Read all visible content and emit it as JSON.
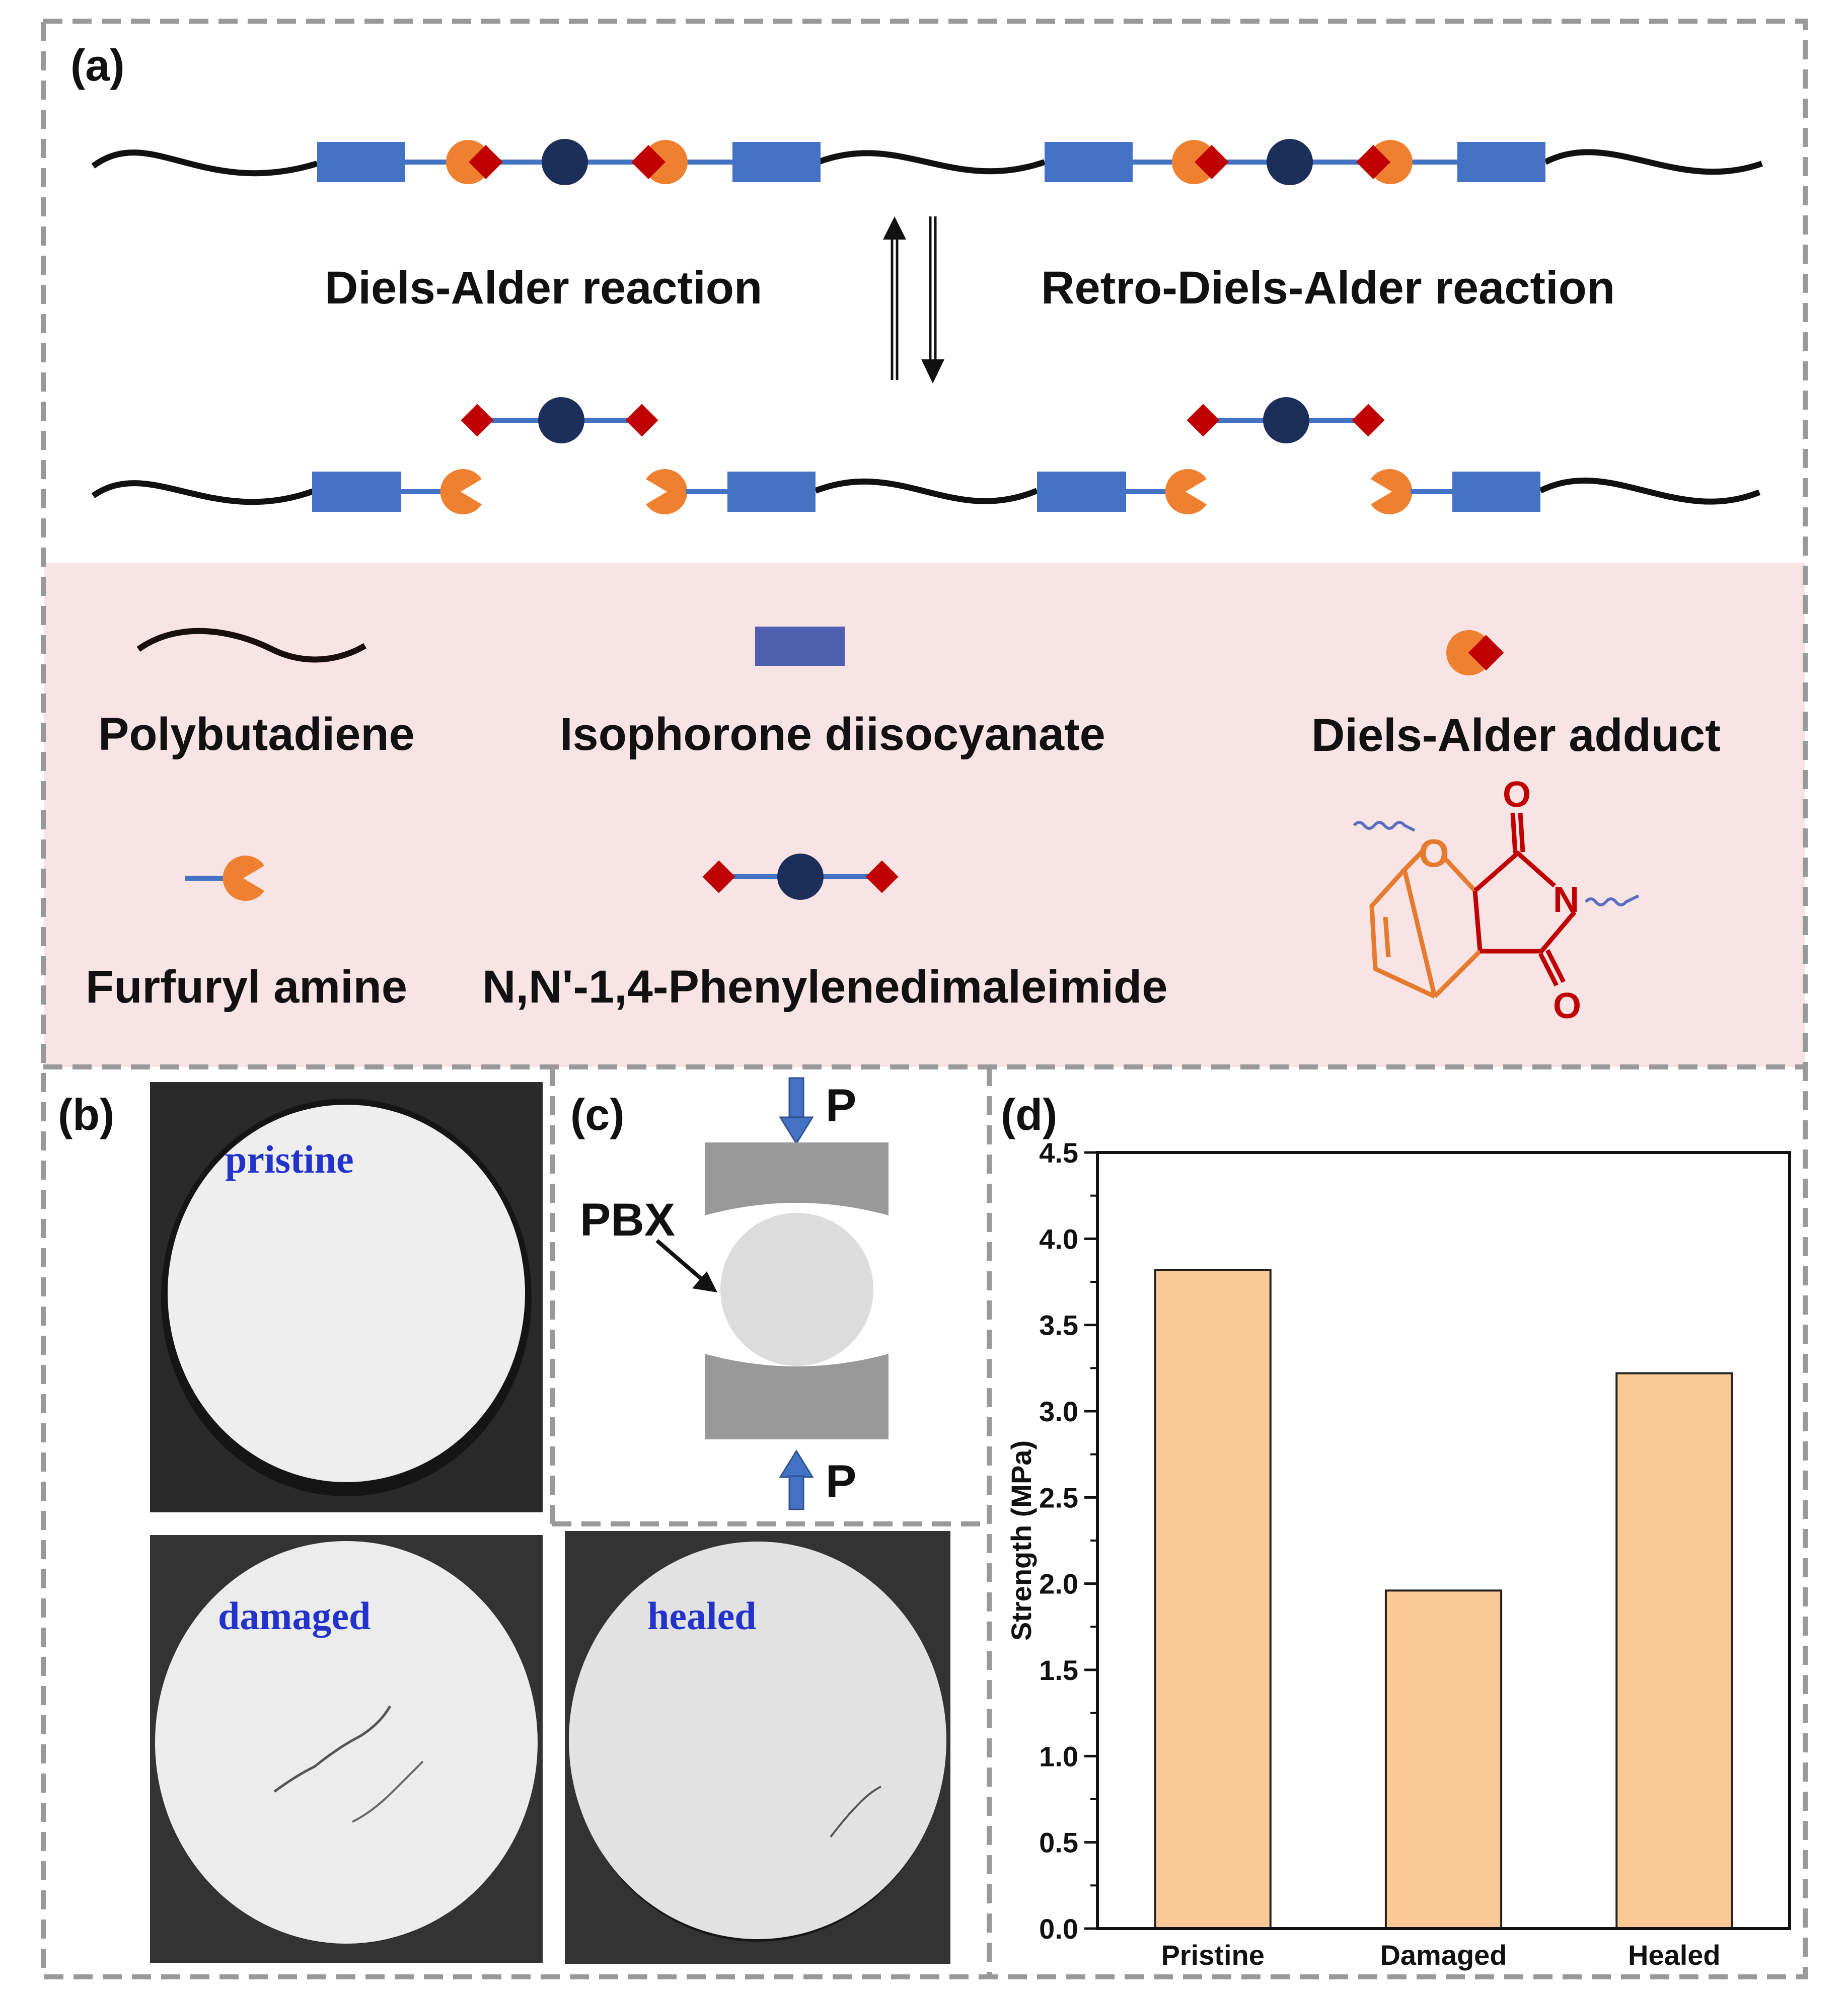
{
  "colors": {
    "chain": "#111111",
    "ipdi_block": "#4472c4",
    "ipdi_block_legend": "#4f5faf",
    "furan": "#ef8030",
    "maleimide": "#c00000",
    "phenylene": "#1c2f5a",
    "legend_bg": "#f8e4e4",
    "dash_border": "#999999",
    "bar_fill": "#fbc995",
    "arrow_blue": "#4472c4",
    "ct_label": "#2233cc",
    "ct_sample": "#ededed"
  },
  "panel_a": {
    "label": "(a)",
    "forward_label": "Diels-Alder reaction",
    "reverse_label": "Retro-Diels-Alder reaction"
  },
  "legend": {
    "polybutadiene": "Polybutadiene",
    "ipdi": "Isophorone diisocyanate",
    "da_adduct": "Diels-Alder adduct",
    "furfuryl_amine": "Furfuryl amine",
    "bismaleimide": "N,N'-1,4-Phenylenedimaleimide",
    "structure_atoms": {
      "oxygen_bridge": "O",
      "carbonyl_top": "O",
      "carbonyl_bottom": "O",
      "nitrogen": "N"
    }
  },
  "panel_b": {
    "label": "(b)",
    "images": [
      {
        "name": "pristine",
        "caption": "pristine"
      },
      {
        "name": "damaged",
        "caption": "damaged"
      },
      {
        "name": "healed",
        "caption": "healed"
      }
    ]
  },
  "panel_c": {
    "label": "(c)",
    "top_force": "P",
    "bottom_force": "P",
    "sample_label": "PBX"
  },
  "panel_d": {
    "label": "(d)"
  },
  "chart_data": {
    "type": "bar",
    "categories": [
      "Pristine",
      "Damaged",
      "Healed"
    ],
    "values": [
      3.82,
      1.96,
      3.22
    ],
    "ylabel": "Strength (MPa)",
    "xlabel": "",
    "ylim": [
      0,
      4.5
    ],
    "yticks": [
      "0.0",
      "0.5",
      "1.0",
      "1.5",
      "2.0",
      "2.5",
      "3.0",
      "3.5",
      "4.0",
      "4.5"
    ],
    "grid": false,
    "legend": "none"
  }
}
